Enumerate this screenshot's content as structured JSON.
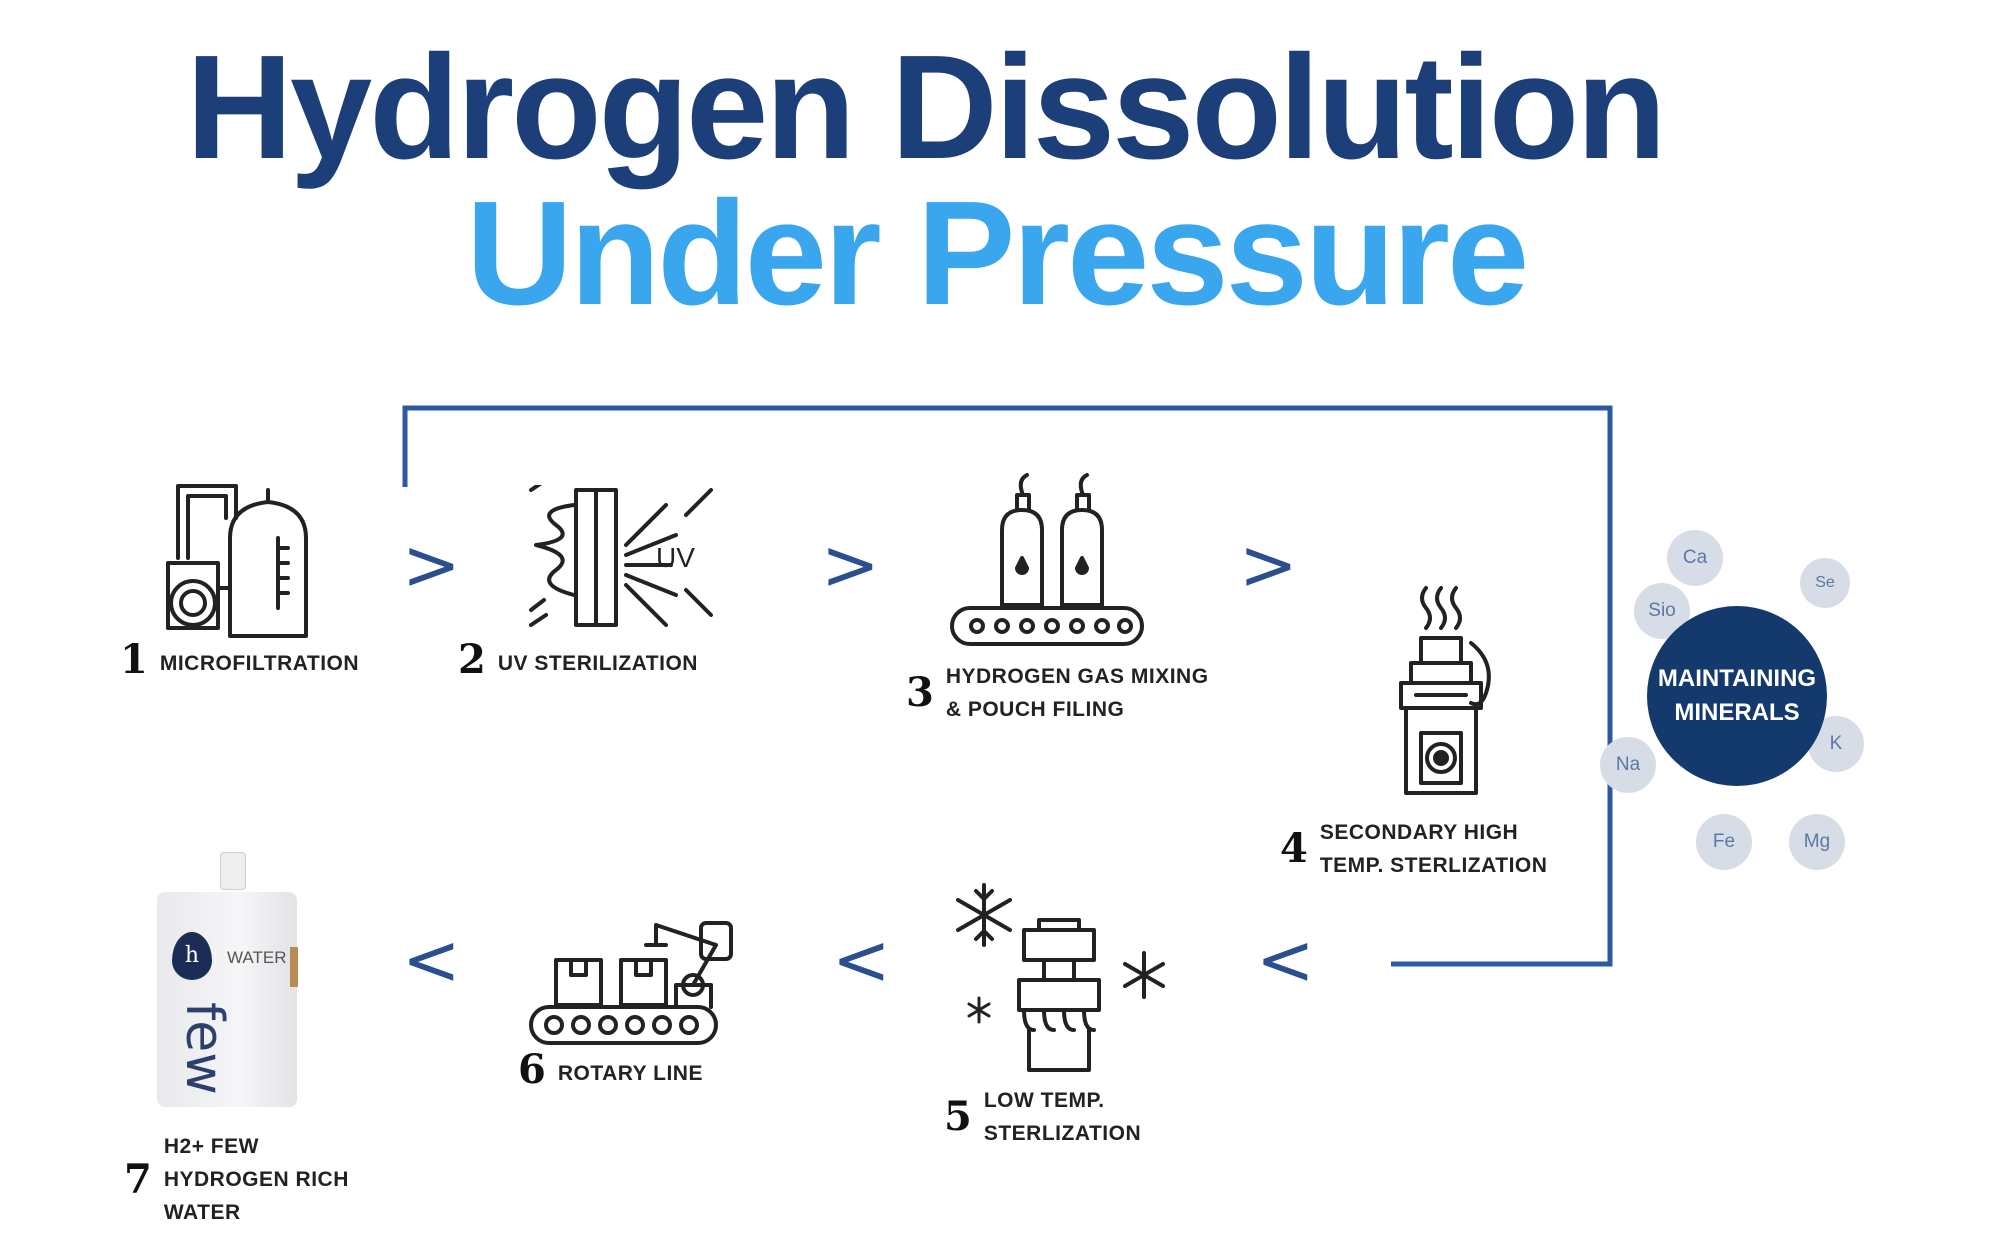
{
  "title": {
    "line1": "Hydrogen Dissolution",
    "line2": "Under Pressure"
  },
  "colors": {
    "dark_blue": "#1c3f7a",
    "light_blue": "#3aa6ee",
    "frame": "#2b5aa0",
    "mineral_circle": "#13396d",
    "mineral_bubble": "#d6dde6"
  },
  "steps": [
    {
      "number": "1",
      "lines": [
        "MICROFILTRATION"
      ],
      "icon": "filtration-tank-icon"
    },
    {
      "number": "2",
      "lines": [
        "UV STERILIZATION"
      ],
      "icon": "uv-lamp-icon",
      "icon_text": "UV"
    },
    {
      "number": "3",
      "lines": [
        "HYDROGEN GAS MIXING",
        "& POUCH FILING"
      ],
      "icon": "gas-cylinders-conveyor-icon"
    },
    {
      "number": "4",
      "lines": [
        "SECONDARY HIGH",
        "TEMP. STERLIZATION"
      ],
      "icon": "heat-sterilizer-icon"
    },
    {
      "number": "5",
      "lines": [
        "LOW TEMP.",
        "STERLIZATION"
      ],
      "icon": "cold-sterilizer-icon"
    },
    {
      "number": "6",
      "lines": [
        "ROTARY LINE"
      ],
      "icon": "robot-conveyor-icon"
    },
    {
      "number": "7",
      "lines": [
        "H2+ FEW",
        "HYDROGEN RICH",
        "WATER"
      ],
      "icon": "water-pouch-icon"
    }
  ],
  "minerals": {
    "center_lines": [
      "MAINTAINING",
      "MINERALS"
    ],
    "elements": [
      "Ca",
      "Se",
      "Sio",
      "K",
      "Na",
      "Fe",
      "Mg"
    ]
  },
  "pouch": {
    "brand": "few",
    "badge": "h",
    "label": "WATER"
  }
}
